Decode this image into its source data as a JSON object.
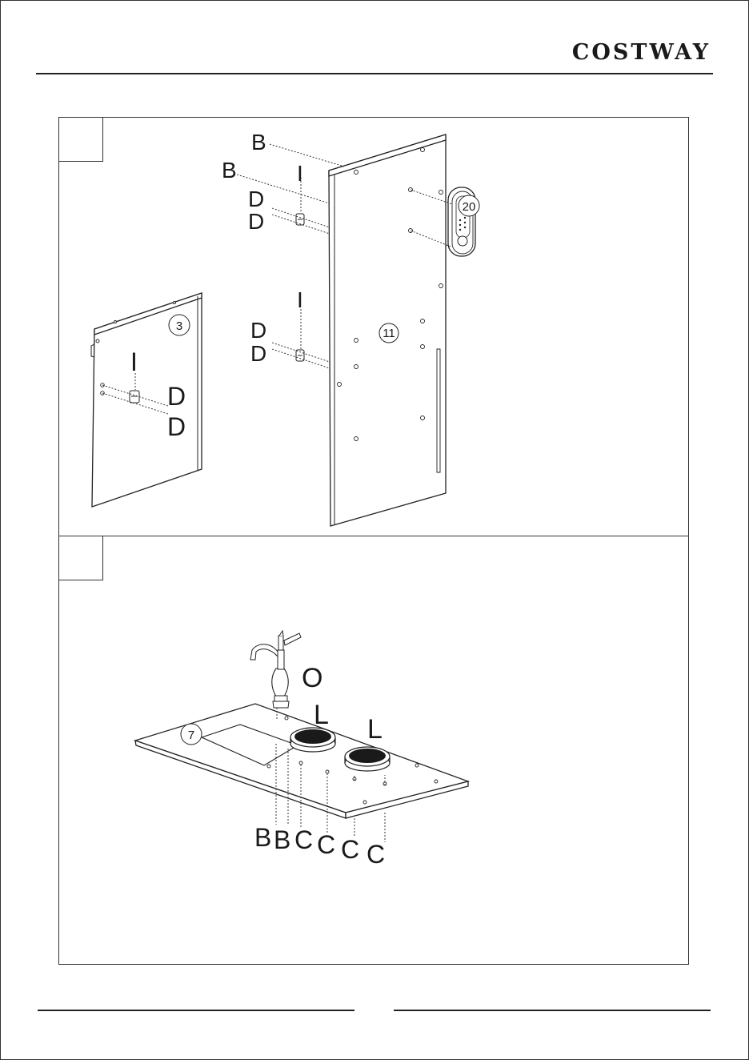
{
  "header": {
    "brand": "COSTWAY"
  },
  "step1": {
    "part_numbers": {
      "side_panel": "3",
      "back_panel": "11",
      "module": "20"
    },
    "hardware": {
      "b_top": "B",
      "b_mid": "B",
      "i_top": "I",
      "d_top_1": "D",
      "d_top_2": "D",
      "i_mid": "I",
      "d_mid_1": "D",
      "d_mid_2": "D",
      "i_side": "I",
      "d_side_1": "D",
      "d_side_2": "D"
    }
  },
  "step2": {
    "part_numbers": {
      "countertop": "7"
    },
    "hardware": {
      "faucet": "O",
      "basin_1": "L",
      "basin_2": "L",
      "bottom": [
        "B",
        "B",
        "C",
        "C",
        "C",
        "C"
      ]
    }
  }
}
